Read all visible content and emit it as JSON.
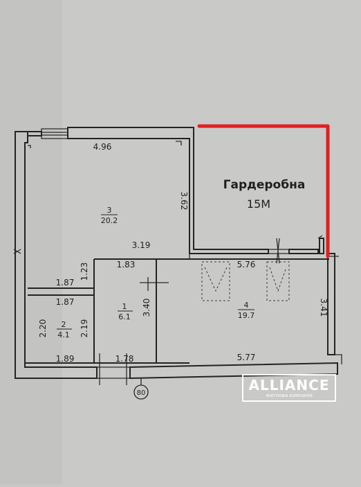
{
  "annotation": {
    "title": "Гардеробна",
    "size": "15М",
    "color": "#e02020"
  },
  "dimensions": {
    "d496": "4.96",
    "d362": "3.62",
    "d319": "3.19",
    "d123": "1.23",
    "d183": "1.83",
    "d576": "5.76",
    "d187a": "1.87",
    "d187b": "1.87",
    "d340": "3.40",
    "d341": "3.41",
    "d220": "2.20",
    "d219": "2.19",
    "d189": "1.89",
    "d178": "1.78",
    "d577": "5.77"
  },
  "rooms": [
    {
      "number": "3",
      "area": "20.2"
    },
    {
      "number": "1",
      "area": "6.1"
    },
    {
      "number": "2",
      "area": "4.1"
    },
    {
      "number": "4",
      "area": "19.7"
    }
  ],
  "axis_marker": "80",
  "logo": {
    "brand": "ALLIANCE",
    "tagline": "житлова компанія"
  }
}
